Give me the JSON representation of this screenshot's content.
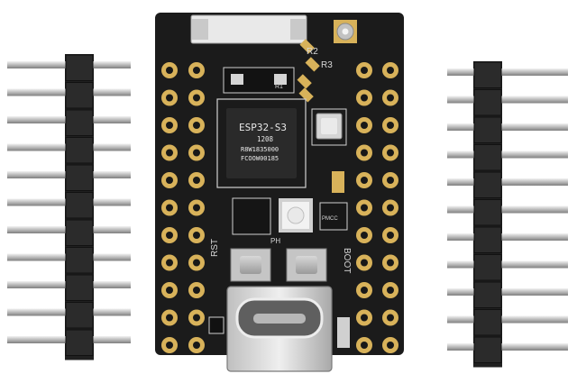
{
  "board": {
    "chip_line1": "ESP32-S3",
    "chip_line2": "1208",
    "chip_line3": "R8W1835000",
    "chip_line4": "FCOOW00185",
    "label_r2": "R2",
    "label_r3": "R3",
    "label_rst": "RST",
    "label_boot": "BOOT",
    "label_ph": "PH",
    "label_small": "R1",
    "label_ldo": "PMCC",
    "pcb_color": "#1b1b1b",
    "pad_color": "#d8b25a",
    "antenna_color": "#e9e9e9"
  },
  "headers": {
    "left_pins": 11,
    "right_pins": 11,
    "housing_color": "#202020",
    "pin_color": "#c9c9c9"
  }
}
